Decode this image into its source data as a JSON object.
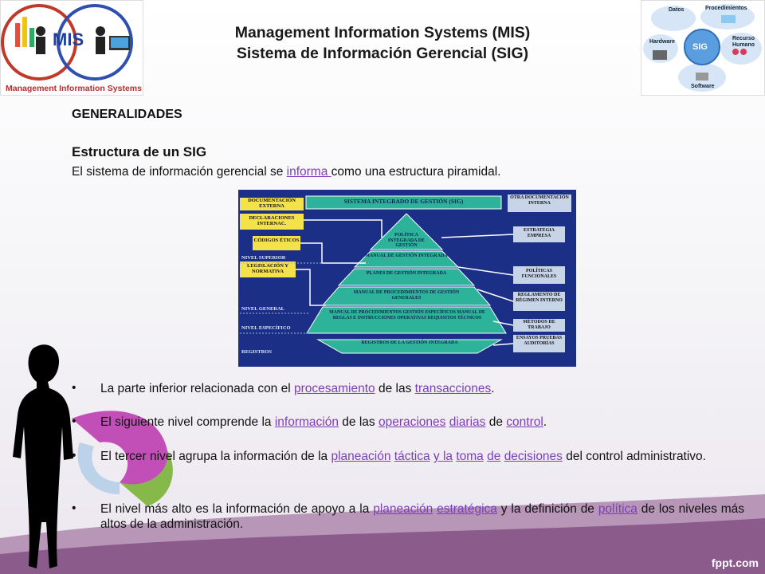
{
  "header": {
    "title_line1": "Management Information Systems (MIS)",
    "title_line2": "Sistema de Información Gerencial (SIG)"
  },
  "logo_left": {
    "mark": "MIS",
    "caption": "Management Information Systems"
  },
  "logo_right": {
    "center": "SIG",
    "nodes": [
      "Datos",
      "Procedimientos",
      "Hardware",
      "Recurso Humano",
      "Software"
    ]
  },
  "section_heading": "GENERALIDADES",
  "subheading": "Estructura de un SIG",
  "intro": {
    "before": "El sistema de información gerencial se ",
    "link": "informa ",
    "after": "como una estructura piramidal."
  },
  "diagram": {
    "top_banner": "SISTEMA INTEGRADO DE GESTIÓN (SIG)",
    "left_boxes": [
      "DOCUMENTACIÓN EXTERNA",
      "DECLARACIONES INTERNAC.",
      "CÓDIGOS ÉTICOS",
      "LEGISLACIÓN Y NORMATIVA"
    ],
    "levels": [
      "NIVEL SUPERIOR",
      "NIVEL GENERAL",
      "NIVEL ESPECÍFICO",
      "REGISTROS"
    ],
    "right_boxes": [
      "OTRA DOCUMENTACIÓN INTERNA",
      "ESTRATEGIA EMPRESA",
      "POLÍTICAS FUNCIONALES",
      "REGLAMENTO DE RÉGIMEN INTERNO",
      "MÉTODOS DE TRABAJO",
      "ENSAYOS PRUEBAS AUDITORÍAS"
    ],
    "pyramid": [
      "POLÍTICA INTEGRADA DE GESTIÓN",
      "MANUAL DE GESTIÓN INTEGRADA",
      "PLANES DE GESTIÓN INTEGRADA",
      "MANUAL DE PROCEDIMIENTOS DE GESTIÓN GENERALES",
      "MANUAL DE PROCEDIMIENTOS GESTIÓN ESPECÍFICOS MANUAL DE REGLAS E INSTRUCCIONES OPERATIVAS REQUISITOS TÉCNICOS",
      "REGISTROS DE LA GESTIÓN INTEGRADA"
    ]
  },
  "bullets": [
    {
      "parts": [
        [
          "t",
          "La parte inferior relacionada con el "
        ],
        [
          "l",
          "procesamiento"
        ],
        [
          "t",
          " de las "
        ],
        [
          "l",
          "transacciones"
        ],
        [
          "t",
          "."
        ]
      ]
    },
    {
      "parts": [
        [
          "t",
          "El siguiente nivel comprende la "
        ],
        [
          "l",
          "información"
        ],
        [
          "t",
          " de las "
        ],
        [
          "l",
          "operaciones"
        ],
        [
          "t",
          " "
        ],
        [
          "l",
          "diarias"
        ],
        [
          "t",
          " de "
        ],
        [
          "l",
          "control"
        ],
        [
          "t",
          "."
        ]
      ]
    },
    {
      "parts": [
        [
          "t",
          "El tercer nivel agrupa la información de la "
        ],
        [
          "l",
          "planeación"
        ],
        [
          "t",
          " "
        ],
        [
          "l",
          "táctica"
        ],
        [
          "t",
          " "
        ],
        [
          "l",
          "y la"
        ],
        [
          "t",
          " "
        ],
        [
          "l",
          "toma"
        ],
        [
          "t",
          " "
        ],
        [
          "l",
          "de"
        ],
        [
          "t",
          " "
        ],
        [
          "l",
          "decisiones"
        ],
        [
          "t",
          " del control administrativo."
        ]
      ]
    },
    {
      "parts": [
        [
          "t",
          "El nivel más alto es la información de apoyo a la "
        ],
        [
          "l",
          "planeación"
        ],
        [
          "t",
          " "
        ],
        [
          "l",
          "estratégica"
        ],
        [
          "t",
          " y la definición de "
        ],
        [
          "l",
          "política"
        ],
        [
          "t",
          " de los niveles más altos de la administración."
        ]
      ]
    }
  ],
  "footer": "fppt.com"
}
